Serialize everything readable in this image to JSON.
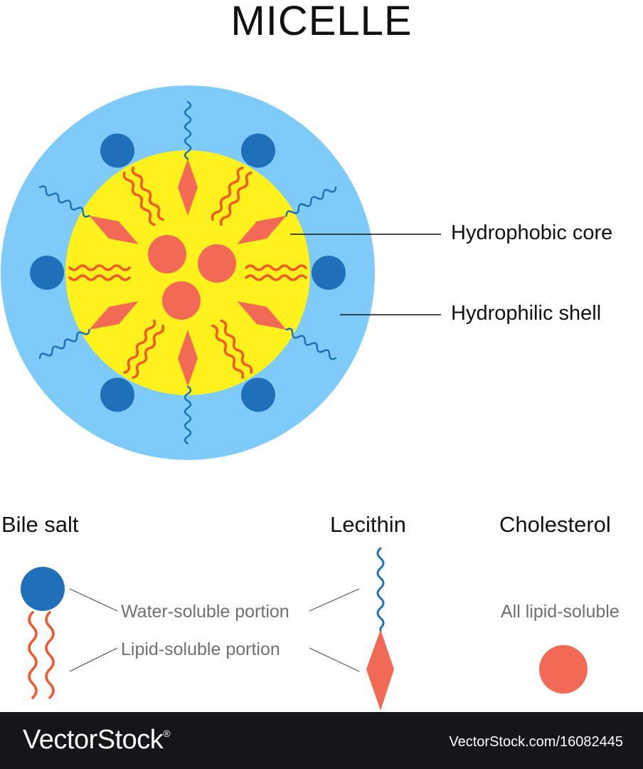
{
  "title": "MICELLE",
  "callouts": {
    "core": "Hydrophobic core",
    "shell": "Hydrophilic shell"
  },
  "legend": {
    "bile_salt": "Bile salt",
    "lecithin": "Lecithin",
    "cholesterol": "Cholesterol",
    "water_soluble": "Water-soluble portion",
    "lipid_soluble": "Lipid-soluble portion",
    "all_lipid": "All lipid-soluble"
  },
  "footer": {
    "brand": "VectorStock",
    "registered": "®",
    "stock_id": "VectorStock.com/16082445"
  },
  "colors": {
    "shell": "#7ecbfa",
    "core": "#fff21c",
    "head": "#1f6fba",
    "tail": "#f4582a",
    "lipid": "#f26a55",
    "footer": "#16161a"
  }
}
